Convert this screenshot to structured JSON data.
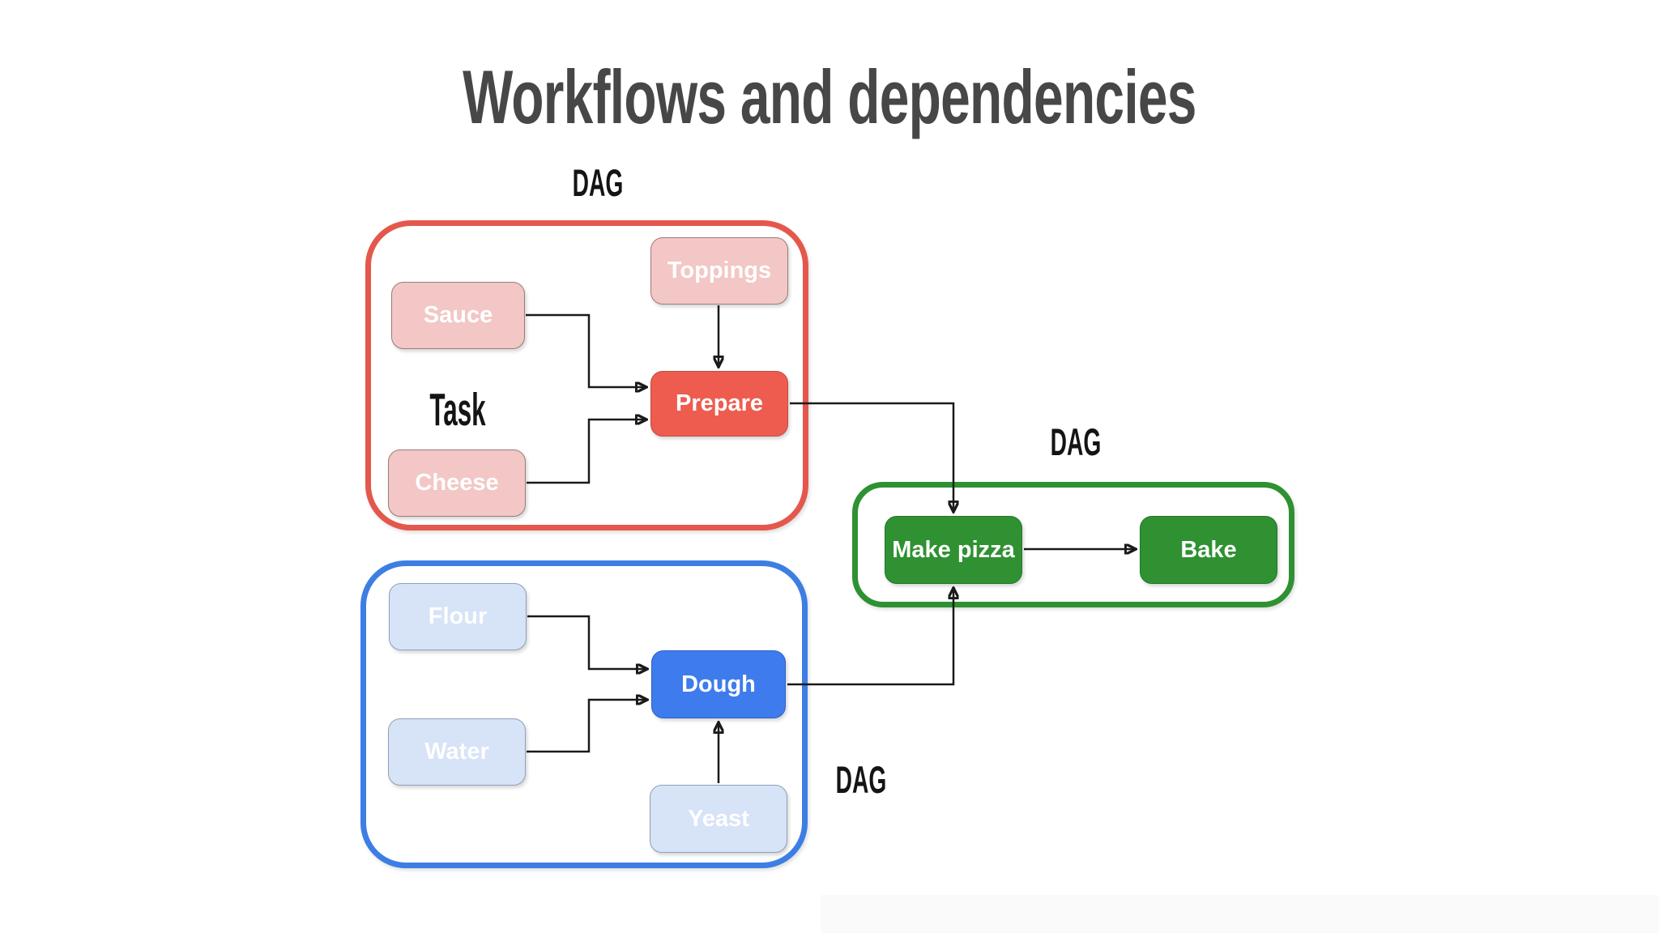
{
  "title": "Workflows and dependencies",
  "annotations": {
    "task_label": "Task"
  },
  "colors": {
    "background": "#ffffff",
    "title_text": "#474747",
    "label_text": "#141414",
    "arrow": "#1a1a1a",
    "prep_dag_border": "#e4584c",
    "prep_node_light_fill": "#f2c7c5",
    "prep_node_light_stroke": "#9d7b79",
    "prep_node_active_fill": "#ee5c4f",
    "dough_dag_border": "#3d7ee4",
    "dough_node_light_fill": "#d7e3f7",
    "dough_node_light_stroke": "#8da0b8",
    "dough_node_active_fill": "#3e7cee",
    "bake_dag_border": "#2e9132",
    "bake_node_fill": "#2f9132",
    "node_text": "#ffffff"
  },
  "dags": {
    "prep": {
      "label": "DAG",
      "accent": "#e4584c",
      "nodes": {
        "sauce": {
          "label": "Sauce"
        },
        "toppings": {
          "label": "Toppings"
        },
        "cheese": {
          "label": "Cheese"
        },
        "prepare": {
          "label": "Prepare"
        }
      }
    },
    "dough": {
      "label": "DAG",
      "accent": "#3d7ee4",
      "nodes": {
        "flour": {
          "label": "Flour"
        },
        "water": {
          "label": "Water"
        },
        "yeast": {
          "label": "Yeast"
        },
        "dough": {
          "label": "Dough"
        }
      }
    },
    "bake": {
      "label": "DAG",
      "accent": "#2e9132",
      "nodes": {
        "make_pizza": {
          "label": "Make pizza"
        },
        "bake": {
          "label": "Bake"
        }
      }
    }
  },
  "edges": [
    {
      "from": "sauce",
      "to": "prepare"
    },
    {
      "from": "toppings",
      "to": "prepare"
    },
    {
      "from": "cheese",
      "to": "prepare"
    },
    {
      "from": "flour",
      "to": "dough"
    },
    {
      "from": "water",
      "to": "dough"
    },
    {
      "from": "yeast",
      "to": "dough"
    },
    {
      "from": "prepare",
      "to": "make_pizza"
    },
    {
      "from": "dough",
      "to": "make_pizza"
    },
    {
      "from": "make_pizza",
      "to": "bake"
    }
  ]
}
